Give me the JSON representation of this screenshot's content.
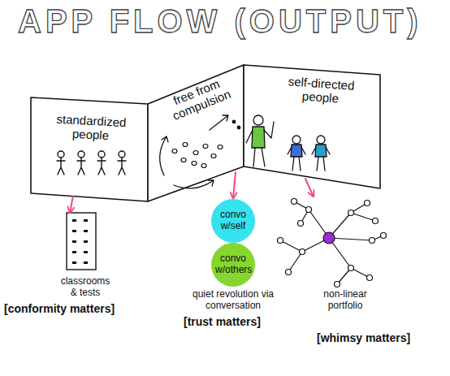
{
  "diagram": {
    "title": "APP FLOW (OUTPUT)",
    "nodes": [
      {
        "text": [
          "standardized people"
        ]
      },
      {
        "text": [
          "free from compulsion"
        ]
      },
      {
        "text": [
          "self-directed people"
        ]
      },
      {
        "text": [
          "classrooms & tests"
        ]
      },
      {
        "text": [
          "convo w/self"
        ]
      },
      {
        "text": [
          "convo w/others"
        ]
      },
      {
        "text": [
          "non-linear portfolio"
        ]
      }
    ],
    "edges": [
      {
        "from": 0,
        "to": 3,
        "arrow": "to"
      },
      {
        "from": 1,
        "to": 4,
        "arrow": "to"
      },
      {
        "from": 2,
        "to": 6,
        "arrow": "to"
      }
    ],
    "labels": [
      "[conformity matters]",
      "quiet revolution via conversation",
      "[trust matters]",
      "[whimsy matters]"
    ]
  }
}
